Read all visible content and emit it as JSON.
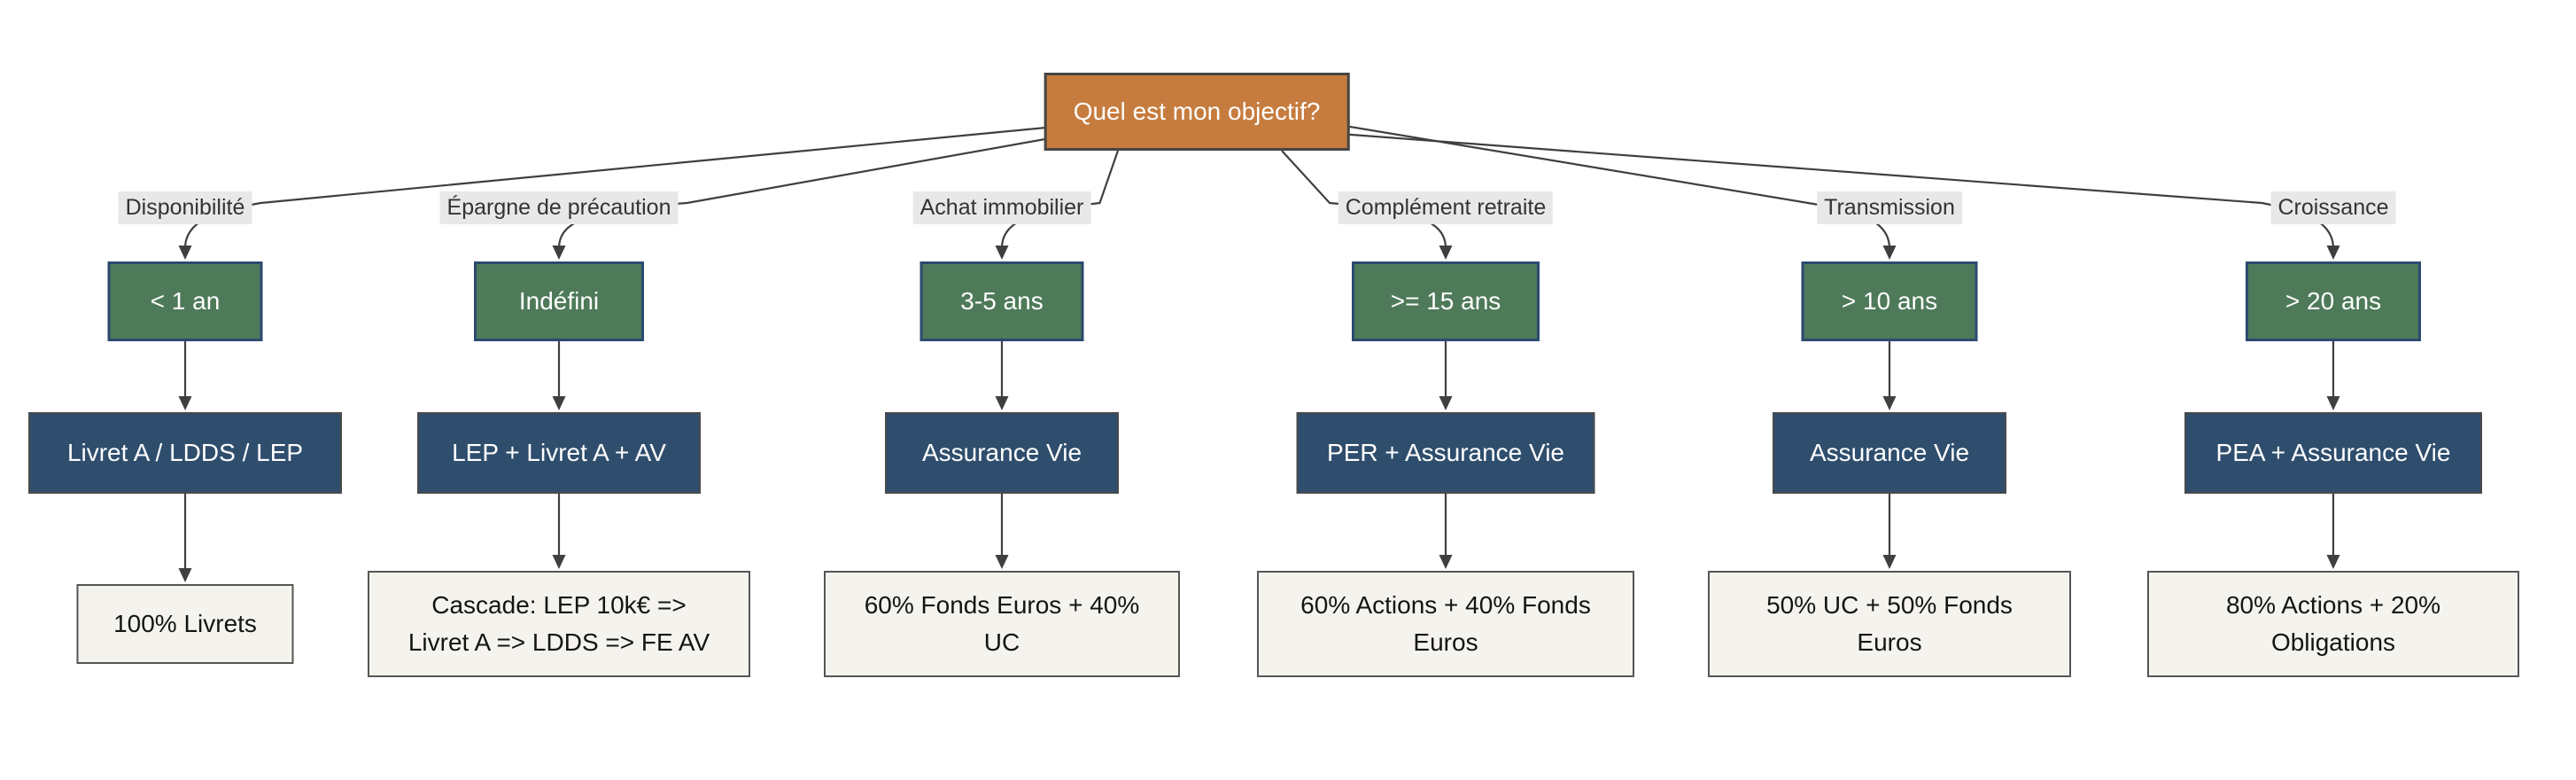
{
  "root": {
    "label": "Quel est mon objectif?"
  },
  "colors": {
    "root_fill": "#C67C3E",
    "horizon_fill": "#4E7A59",
    "horizon_border": "#2B4A6F",
    "product_fill": "#2F4E6D",
    "result_fill": "#F5F3ED",
    "edge": "#3F3F3F",
    "label_bg": "#E8E8E8"
  },
  "columns": [
    {
      "branch_label": "Disponibilité",
      "horizon": "< 1 an",
      "products": "Livret A / LDDS / LEP",
      "allocation": "100% Livrets"
    },
    {
      "branch_label": "Épargne de précaution",
      "horizon": "Indéfini",
      "products": "LEP + Livret A + AV",
      "allocation": "Cascade: LEP 10k€ =>\nLivret A => LDDS => FE AV"
    },
    {
      "branch_label": "Achat immobilier",
      "horizon": "3-5 ans",
      "products": "Assurance Vie",
      "allocation": "60% Fonds Euros + 40% UC"
    },
    {
      "branch_label": "Complément retraite",
      "horizon": ">= 15 ans",
      "products": "PER + Assurance Vie",
      "allocation": "60% Actions + 40% Fonds\nEuros"
    },
    {
      "branch_label": "Transmission",
      "horizon": "> 10 ans",
      "products": "Assurance Vie",
      "allocation": "50% UC + 50% Fonds Euros"
    },
    {
      "branch_label": "Croissance",
      "horizon": "> 20 ans",
      "products": "PEA + Assurance Vie",
      "allocation": "80% Actions + 20%\nObligations"
    }
  ]
}
